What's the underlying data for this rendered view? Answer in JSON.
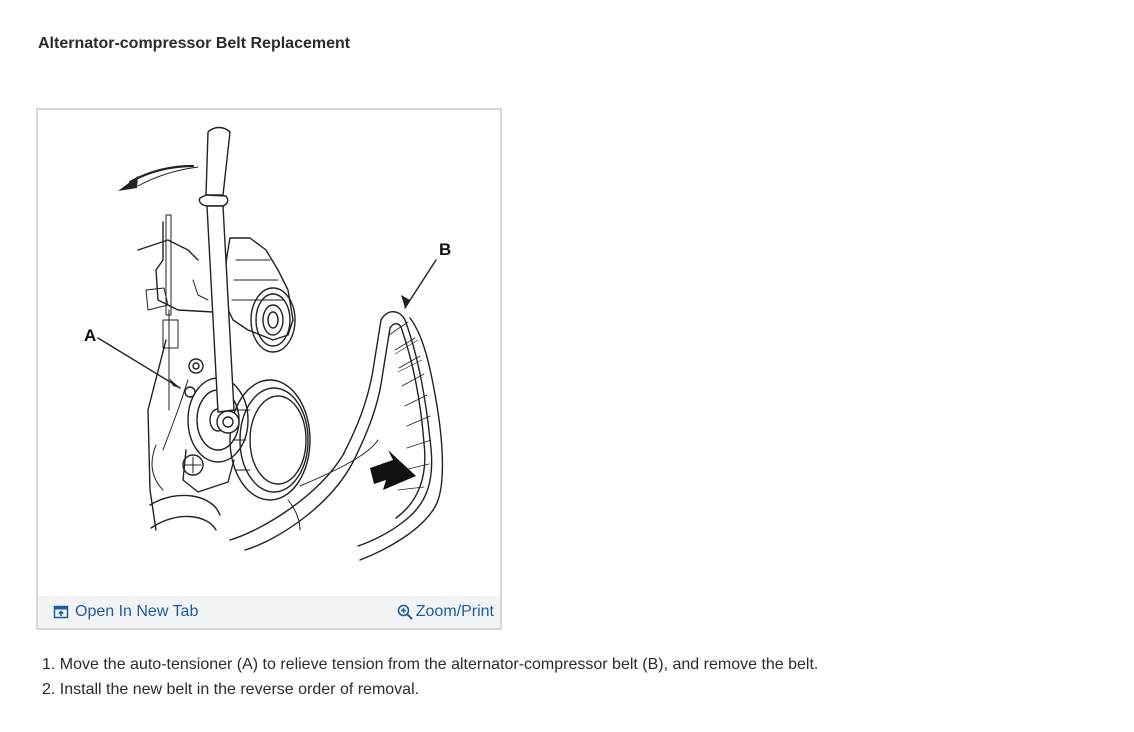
{
  "page": {
    "title": "Alternator-compressor Belt Replacement"
  },
  "figure": {
    "callouts": {
      "a": "A",
      "b": "B"
    },
    "toolbar": {
      "open_tab_label": "Open In New Tab",
      "open_tab_icon": "open-new-tab-icon",
      "zoom_label": "Zoom/Print",
      "zoom_icon": "zoom-in-icon"
    }
  },
  "steps": [
    "1. Move the auto-tensioner (A) to relieve tension from the alternator-compressor belt (B), and remove the belt.",
    "2. Install the new belt in the reverse order of removal."
  ],
  "colors": {
    "link": "#1c5e9d",
    "toolbar_bg": "#f2f3f5",
    "frame_border": "#d7d7d7",
    "text": "#2b2b2b"
  }
}
